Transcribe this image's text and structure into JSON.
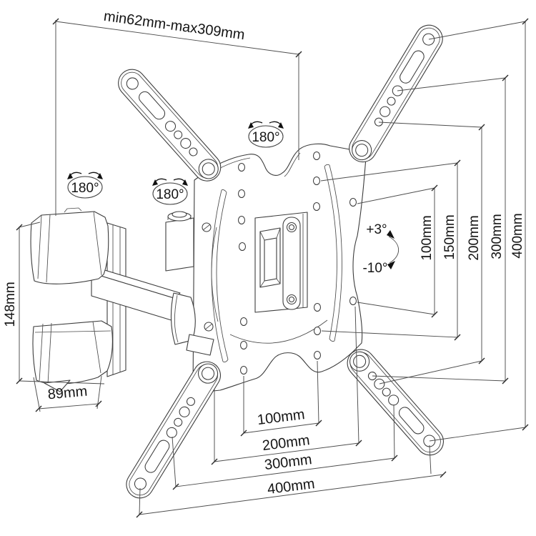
{
  "figure": {
    "type": "technical-line-drawing",
    "subject": "articulating TV wall mount with VESA plate"
  },
  "labels": {
    "extension_range": "min62mm-max309mm",
    "bracket_height": "148mm",
    "bracket_depth": "89mm",
    "swivel": [
      "180°",
      "180°",
      "180°"
    ],
    "tilt_up": "+3°",
    "tilt_down": "-10°",
    "vesa_vertical": [
      "100mm",
      "150mm",
      "200mm",
      "300mm",
      "400mm"
    ],
    "vesa_horizontal": [
      "100mm",
      "200mm",
      "300mm",
      "400mm"
    ]
  }
}
